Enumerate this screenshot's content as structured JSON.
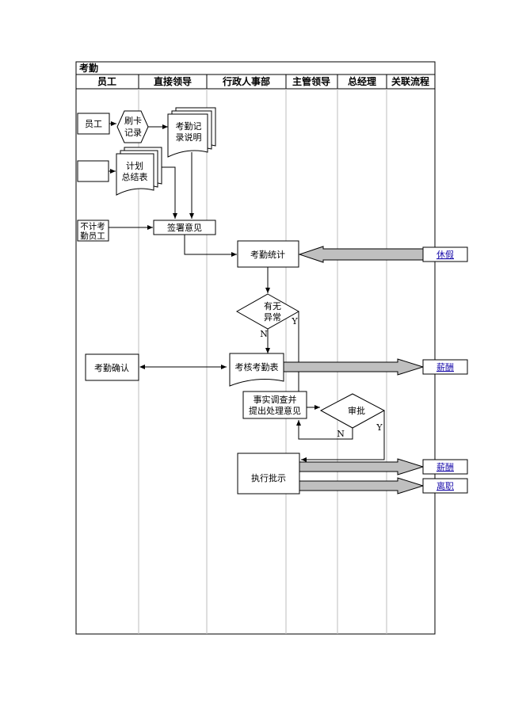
{
  "title": "考勤",
  "lanes": [
    "员工",
    "直接领导",
    "行政人事部",
    "主管领导",
    "总经理",
    "关联流程"
  ],
  "nodes": {
    "employee": "员工",
    "swipe": [
      "刷卡",
      "记录"
    ],
    "attendance_record": [
      "考勤记",
      "录说明"
    ],
    "plan_summary": [
      "计划",
      "总结表"
    ],
    "exempt": [
      "不计考",
      "勤员工"
    ],
    "sign_opinion": "签署意见",
    "attendance_stats": "考勤统计",
    "abnormal": [
      "有无",
      "异常"
    ],
    "attendance_confirm": "考勤确认",
    "assessment_table": "考核考勤表",
    "investigate": [
      "事实调查并",
      "提出处理意见"
    ],
    "approve": "审批",
    "execute": "执行批示"
  },
  "branch_labels": {
    "yes": "Y",
    "no": "N"
  },
  "related_links": [
    "休假",
    "薪酬",
    "薪酬",
    "离职"
  ],
  "colors": {
    "line": "#000000",
    "arrow_fill": "#bfbfbf",
    "link": "#1a0dab"
  }
}
